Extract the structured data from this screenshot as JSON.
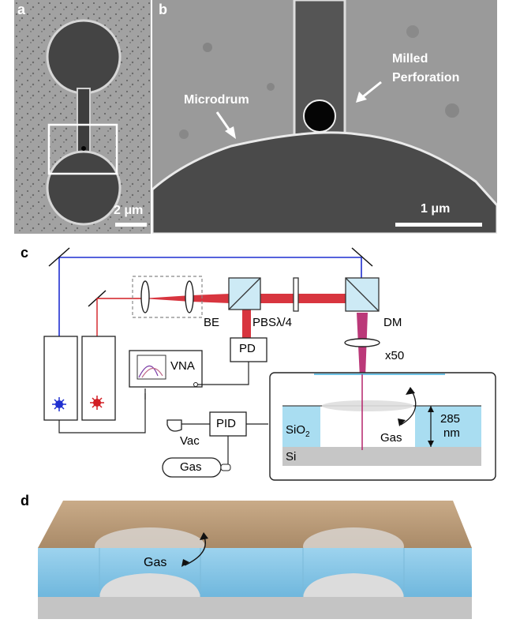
{
  "panels": {
    "a": {
      "letter": "a",
      "scale_bar": "2 μm"
    },
    "b": {
      "letter": "b",
      "annotations": {
        "microdrum": "Microdrum",
        "milled_line1": "Milled",
        "milled_line2": "Perforation"
      },
      "scale_bar": "1 μm"
    },
    "c": {
      "letter": "c",
      "labels": {
        "be": "BE",
        "pbs": "PBS",
        "lambda4": "λ/4",
        "dm": "DM",
        "pd": "PD",
        "vna": "VNA",
        "x50": "x50",
        "pid": "PID",
        "vac": "Vac",
        "gas_cylinder": "Gas",
        "gas_chamber": "Gas",
        "sio2": "SiO",
        "sio2_sub": "2",
        "si": "Si",
        "thickness_value": "285",
        "thickness_unit": "nm"
      }
    },
    "d": {
      "letter": "d",
      "gas": "Gas"
    }
  },
  "colors": {
    "blue_laser": "#1f2fd0",
    "red_laser": "#d21e24",
    "beam_red": "#d41f2a",
    "sio2_fill": "#a9ddf1",
    "si_fill": "#c6c6c6",
    "sem_gray": "#9a9a9a",
    "cap_brown": "#b99a78"
  }
}
